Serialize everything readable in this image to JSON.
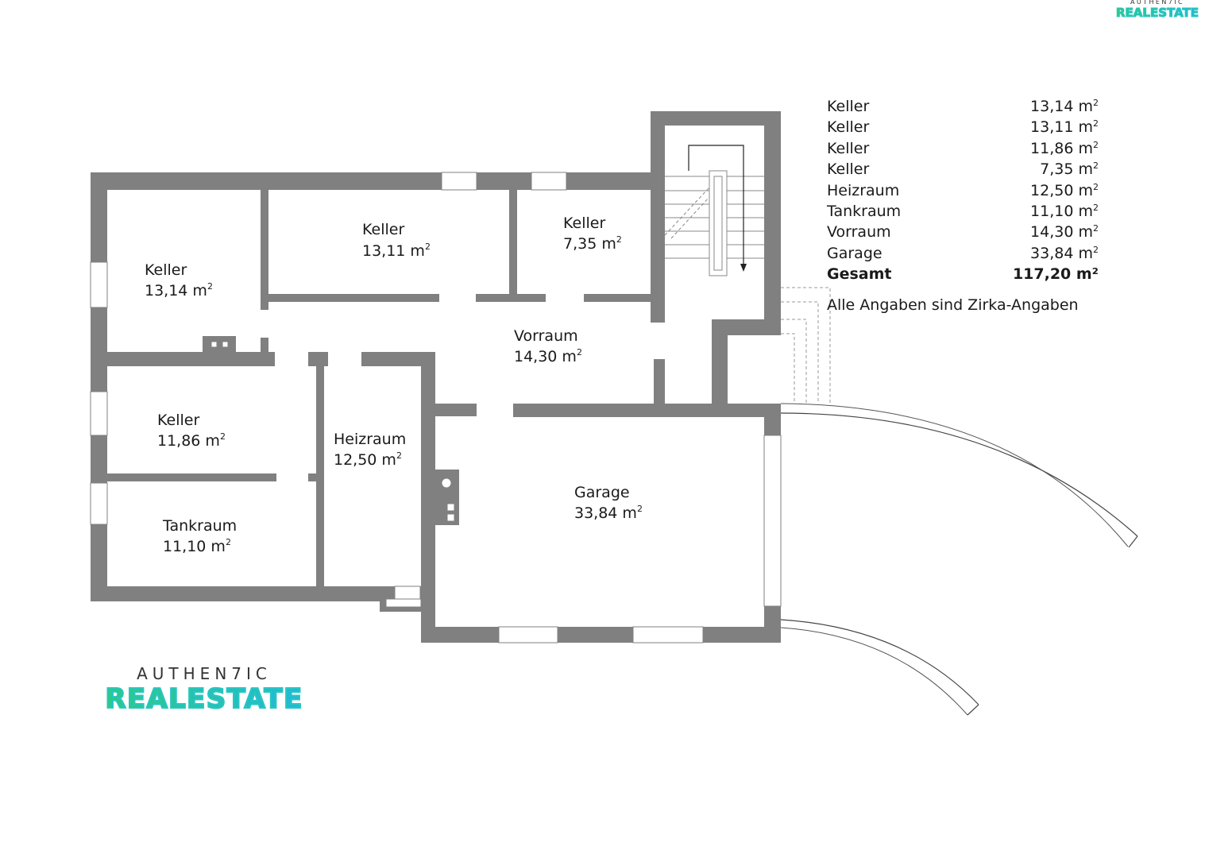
{
  "brand": {
    "top": "AUTHEN7IC",
    "bottom": "REALESTATE",
    "colors": [
      "#2ecb7c",
      "#1fb8e0"
    ]
  },
  "rooms": [
    {
      "name": "Keller",
      "area": "13,14 m",
      "unit_sup": "2"
    },
    {
      "name": "Keller",
      "area": "13,11 m",
      "unit_sup": "2"
    },
    {
      "name": "Keller",
      "area": "7,35 m",
      "unit_sup": "2"
    },
    {
      "name": "Vorraum",
      "area": "14,30 m",
      "unit_sup": "2"
    },
    {
      "name": "Keller",
      "area": "11,86 m",
      "unit_sup": "2"
    },
    {
      "name": "Heizraum",
      "area": "12,50 m",
      "unit_sup": "2"
    },
    {
      "name": "Tankraum",
      "area": "11,10 m",
      "unit_sup": "2"
    },
    {
      "name": "Garage",
      "area": "33,84 m",
      "unit_sup": "2"
    }
  ],
  "legend": {
    "rows": [
      {
        "label": "Keller",
        "value": "13,14 m",
        "sup": "2"
      },
      {
        "label": "Keller",
        "value": "13,11 m",
        "sup": "2"
      },
      {
        "label": "Keller",
        "value": "11,86 m",
        "sup": "2"
      },
      {
        "label": "Keller",
        "value": "7,35 m",
        "sup": "2"
      },
      {
        "label": "Heizraum",
        "value": "12,50 m",
        "sup": "2"
      },
      {
        "label": "Tankraum",
        "value": "11,10 m",
        "sup": "2"
      },
      {
        "label": "Vorraum",
        "value": "14,30 m",
        "sup": "2"
      },
      {
        "label": "Garage",
        "value": "33,84 m",
        "sup": "2"
      }
    ],
    "total": {
      "label": "Gesamt",
      "value": "117,20 m²"
    },
    "note": "Alle Angaben sind Zirka-Angaben"
  },
  "colors": {
    "wall": "#808080",
    "window": "#ffffff",
    "line": "#555555"
  }
}
